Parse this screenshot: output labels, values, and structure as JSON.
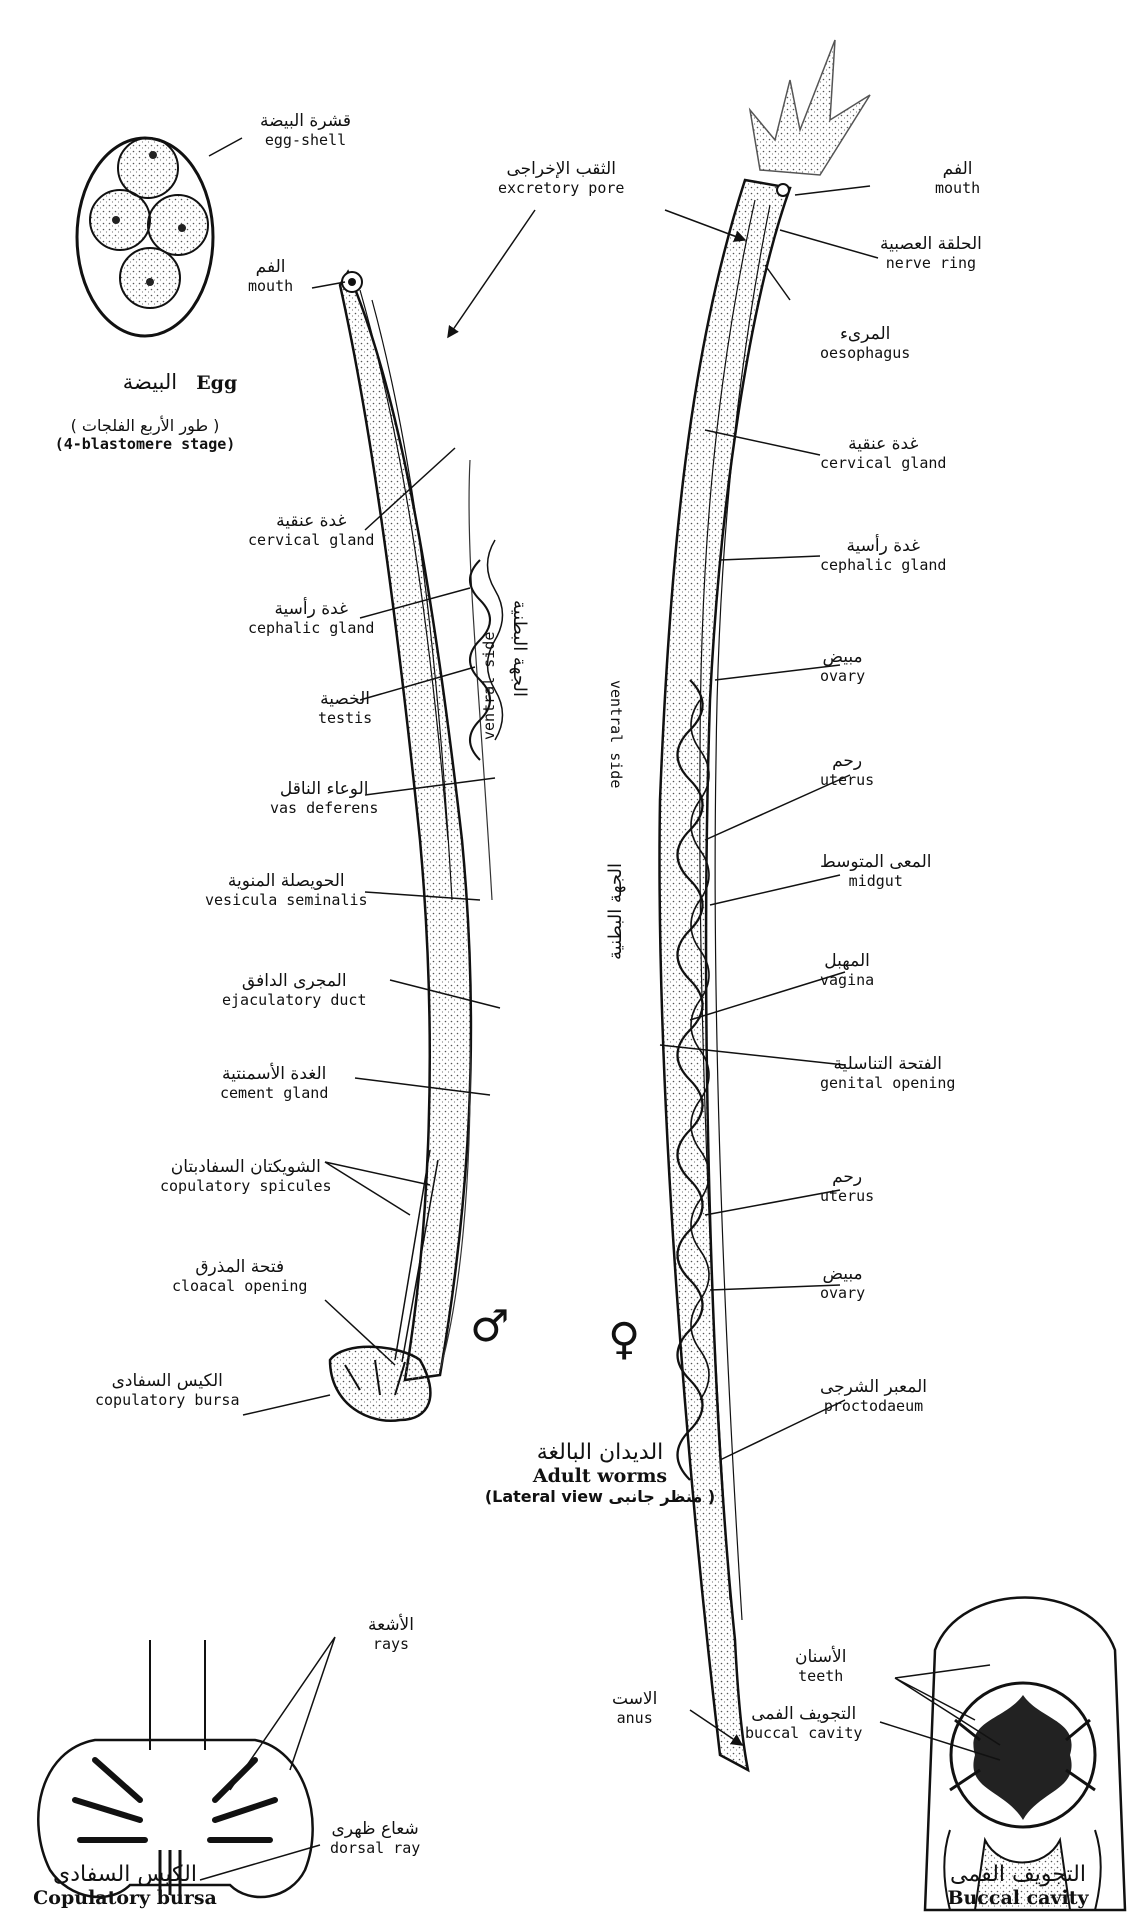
{
  "egg": {
    "shell_ar": "قشرة البيضة",
    "shell_en": "egg-shell",
    "caption_en": "Egg",
    "caption_ar": "البيضة",
    "stage_ar": "( طور الأربع الفلجات )",
    "stage_en": "(4-blastomere stage)"
  },
  "male": {
    "mouth_ar": "الفم",
    "mouth_en": "mouth",
    "cervical_ar": "غدة عنقية",
    "cervical_en": "cervical gland",
    "cephalic_ar": "غدة رأسية",
    "cephalic_en": "cephalic gland",
    "testis_ar": "الخصية",
    "testis_en": "testis",
    "vas_ar": "الوعاء الناقل",
    "vas_en": "vas deferens",
    "vesicula_ar": "الحويصلة المنوية",
    "vesicula_en": "vesicula seminalis",
    "ejac_ar": "المجرى الدافق",
    "ejac_en": "ejaculatory duct",
    "cement_ar": "الغدة الأسمنتية",
    "cement_en": "cement gland",
    "spicules_ar": "الشويكتان السفادبتان",
    "spicules_en": "copulatory spicules",
    "cloacal_ar": "فتحة المذرق",
    "cloacal_en": "cloacal opening",
    "bursa_ar": "الكيس السفادى",
    "bursa_en": "copulatory bursa",
    "ventral_en": "ventral side",
    "ventral_ar": "الجهة البطنية",
    "symbol": "♂"
  },
  "excretory": {
    "ar": "الثقب الإخراجى",
    "en": "excretory pore"
  },
  "female": {
    "mouth_ar": "الفم",
    "mouth_en": "mouth",
    "nerve_ar": "الحلقة العصبية",
    "nerve_en": "nerve ring",
    "oeso_ar": "المرىء",
    "oeso_en": "oesophagus",
    "cervical_ar": "غدة عنقية",
    "cervical_en": "cervical gland",
    "cephalic_ar": "غدة رأسية",
    "cephalic_en": "cephalic gland",
    "ovary1_ar": "مبيض",
    "ovary1_en": "ovary",
    "uterus1_ar": "رحم",
    "uterus1_en": "uterus",
    "midgut_ar": "المعى المتوسط",
    "midgut_en": "midgut",
    "vagina_ar": "المهبل",
    "vagina_en": "vagina",
    "genital_ar": "الفتحة التناسلية",
    "genital_en": "genital opening",
    "uterus2_ar": "رحم",
    "uterus2_en": "uterus",
    "ovary2_ar": "مبيض",
    "ovary2_en": "ovary",
    "procto_ar": "المعبر الشرجى",
    "procto_en": "proctodaeum",
    "anus_ar": "الاست",
    "anus_en": "anus",
    "ventral_en": "ventral side",
    "ventral_ar": "الجهة البطنية",
    "symbol": "♀"
  },
  "adult": {
    "caption_ar": "الديدان البالغة",
    "caption_en": "Adult worms",
    "view": "(Lateral view منظر جانبى )"
  },
  "bursa_detail": {
    "rays_ar": "الأشعة",
    "rays_en": "rays",
    "dorsal_ar": "شعاع ظهرى",
    "dorsal_en": "dorsal ray",
    "caption_ar": "الكيس السفادى",
    "caption_en": "Copulatory bursa"
  },
  "buccal_detail": {
    "teeth_ar": "الأسنان",
    "teeth_en": "teeth",
    "cavity_ar": "التجويف الفمى",
    "cavity_en": "buccal cavity",
    "caption_ar": "التجويف الفمى",
    "caption_en": "Buccal cavity"
  }
}
